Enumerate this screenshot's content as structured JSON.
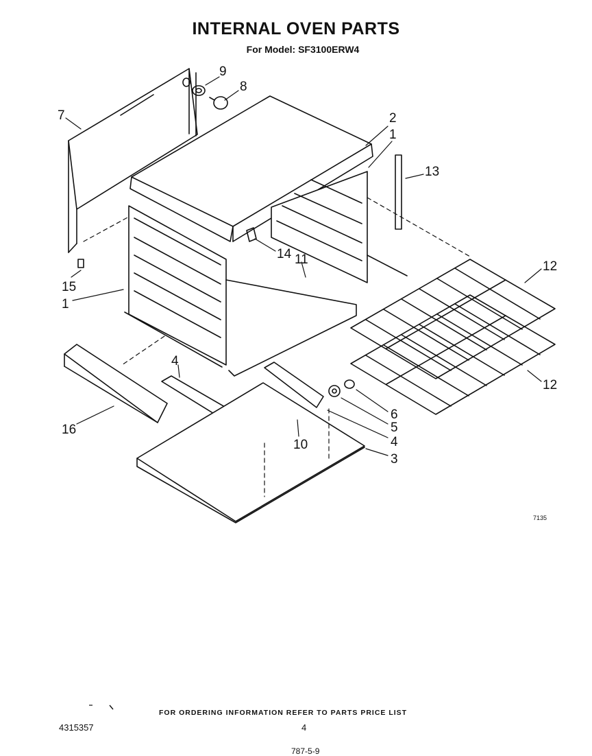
{
  "header": {
    "title": "INTERNAL OVEN PARTS",
    "model_line": "For Model: SF3100ERW4"
  },
  "callouts": [
    "9",
    "8",
    "7",
    "2",
    "1",
    "13",
    "14",
    "11",
    "15",
    "1",
    "12",
    "12",
    "4",
    "16",
    "6",
    "5",
    "4",
    "10",
    "3"
  ],
  "diagram_code": "7135",
  "footer": {
    "ordering_note": "FOR ORDERING INFORMATION REFER TO PARTS PRICE LIST",
    "document_number": "4315357",
    "page_number": "4",
    "bottom_code": "787-5-9"
  }
}
